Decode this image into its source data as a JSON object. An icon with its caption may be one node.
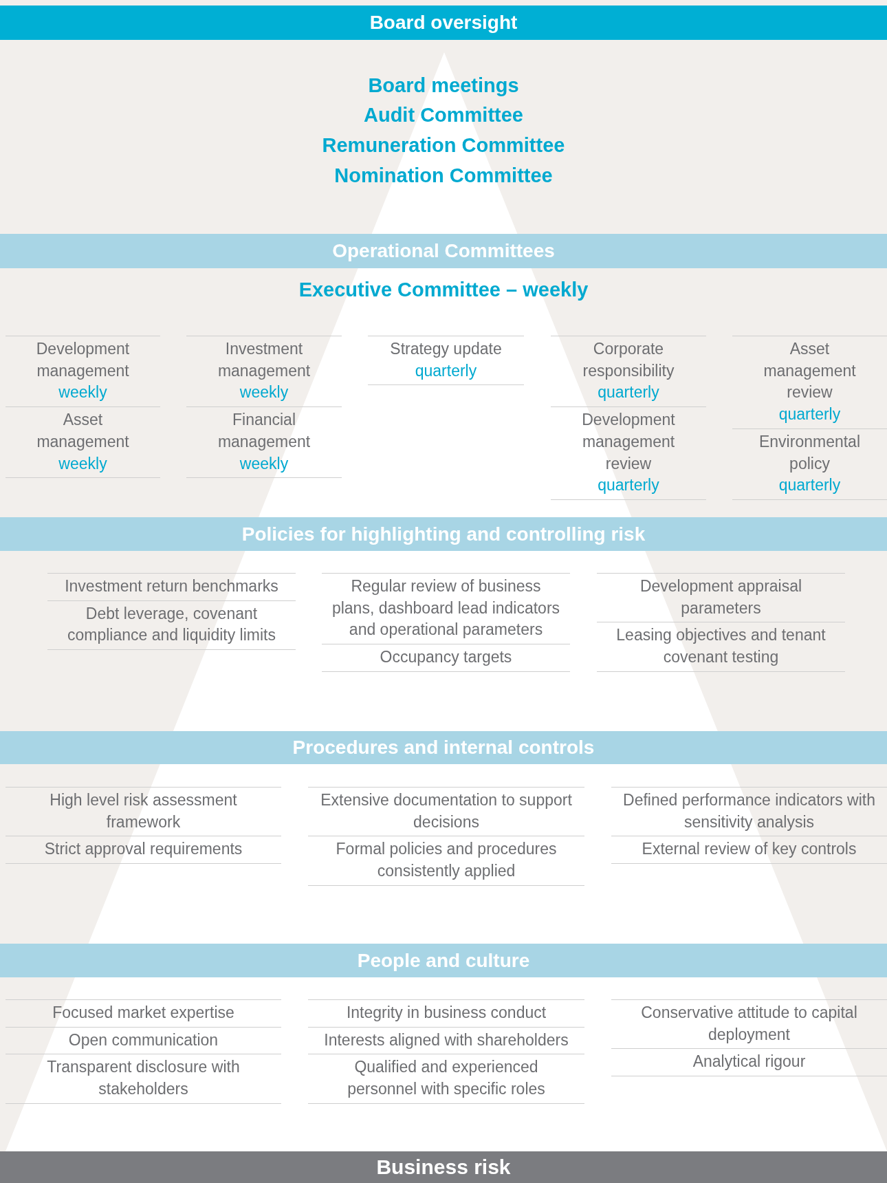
{
  "diagram": {
    "nodes": [
      {
        "text": [
          "Board oversight"
        ]
      },
      {
        "text": [
          "Operational Committees"
        ]
      },
      {
        "text": [
          "Policies for highlighting and controlling risk"
        ]
      },
      {
        "text": [
          "Procedures and internal controls"
        ]
      },
      {
        "text": [
          "People and culture"
        ]
      },
      {
        "text": [
          "Business risk"
        ]
      }
    ],
    "edges": [],
    "labels": [
      "Board meetings",
      "Audit Committee",
      "Remuneration Committee",
      "Nomination Committee",
      "Executive Committee – weekly",
      "Development management",
      "weekly",
      "Asset management",
      "weekly",
      "Investment management",
      "weekly",
      "Financial management",
      "weekly",
      "Strategy update",
      "quarterly",
      "Corporate responsibility",
      "quarterly",
      "Development management review",
      "quarterly",
      "Asset management review",
      "quarterly",
      "Environmental policy",
      "quarterly",
      "Investment return benchmarks",
      "Debt leverage, covenant compliance and liquidity limits",
      "Regular review of business plans, dashboard lead indicators and operational parameters",
      "Occupancy targets",
      "Development appraisal parameters",
      "Leasing objectives and tenant covenant testing",
      "High level risk assessment framework",
      "Strict approval requirements",
      "Extensive documentation to support decisions",
      "Formal policies and procedures consistently applied",
      "Defined performance indicators with sensitivity analysis",
      "External review of key controls",
      "Focused market expertise",
      "Open communication",
      "Transparent disclosure with stakeholders",
      "Integrity in business conduct",
      "Interests aligned with shareholders",
      "Qualified and experienced personnel with specific roles",
      "Conservative attitude to capital deployment",
      "Analytical rigour"
    ]
  }
}
